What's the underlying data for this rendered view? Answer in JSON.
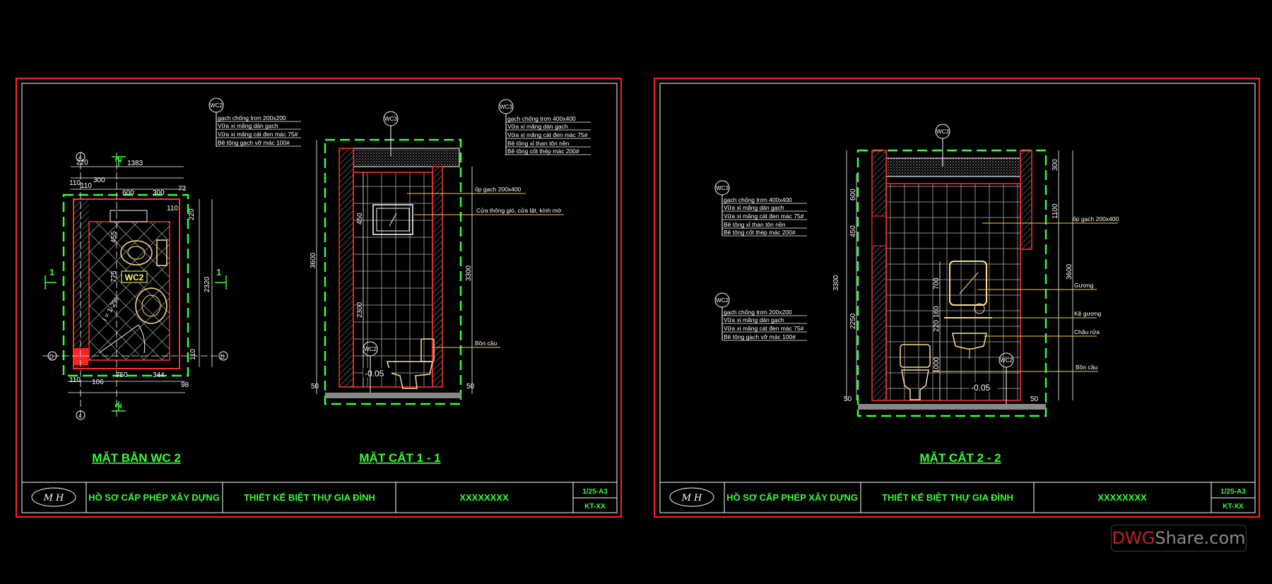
{
  "sheets": [
    {
      "logo": "M H",
      "title_block": {
        "permit": "HỒ SƠ CẤP PHÉP XÂY DỰNG",
        "project": "THIẾT KẾ BIỆT THỰ GIA  ĐÌNH",
        "client": "XXXXXXXX",
        "scale": "1/25-A3",
        "sheet_no": "KT-XX"
      }
    },
    {
      "logo": "M H",
      "title_block": {
        "permit": "HỒ SƠ CẤP PHÉP XÂY DỰNG",
        "project": "THIẾT KẾ BIỆT THỰ GIA  ĐÌNH",
        "client": "XXXXXXXX",
        "scale": "1/25-A3",
        "sheet_no": "KT-XX"
      }
    }
  ],
  "plan": {
    "title": "MẶT BẰN WC 2",
    "room_label": "WC2",
    "dims": [
      "220",
      "110",
      "110",
      "300",
      "600",
      "300",
      "73",
      "1383",
      "110",
      "220",
      "455",
      "775",
      "2320",
      "110",
      "110",
      "106",
      "750",
      "344",
      "98"
    ],
    "axis": [
      "1",
      "1",
      "2",
      "2",
      "4",
      "4",
      "D",
      "D"
    ],
    "slope_label": "i = 1-2%"
  },
  "section11": {
    "title": "MẶT CẮT 1 - 1",
    "level": "-0.05",
    "dims": [
      "3600",
      "3300",
      "2300",
      "450",
      "50",
      "50"
    ],
    "tags": [
      "WC3",
      "WC3",
      "WC2",
      "WC2"
    ],
    "labels": [
      "ốp gạch 200x400",
      "Cửa thông gió, cửa lật, kính mờ",
      "Bồn cầu"
    ]
  },
  "section22": {
    "title": "MẶT CẮT 2 - 2",
    "level": "-0.05",
    "dims": [
      "600",
      "450",
      "3300",
      "2250",
      "300",
      "1100",
      "3600",
      "700",
      "160",
      "220",
      "1000",
      "50",
      "50"
    ],
    "tags": [
      "WC3",
      "WC3",
      "WC2",
      "WC2"
    ],
    "labels": [
      "ốp gạch 200x400",
      "Gương",
      "Kệ gương",
      "Chậu rửa",
      "Bồn cầu"
    ]
  },
  "notes": {
    "wc2_plan": [
      "gạch chống trơn 200x200",
      "Vữa xi măng dán gạch",
      "Vữa xi măng cát đen mác 75#",
      "Bê tông gạch vỡ mác 100#"
    ],
    "wc3_s11": [
      "gạch chống trơn 400x400",
      "Vữa xi măng dán gạch",
      "Vữa xi măng cát đen mác 75#",
      "Bê tông xỉ than tôn nền",
      "Bê tông cốt thép mác 200#"
    ],
    "wc3_s22": [
      "gạch chống trơn 400x400",
      "Vữa xi măng dán gạch",
      "Vữa xi măng cát đen mác 75#",
      "Bê tông xỉ than tôn nền",
      "Bê tông cốt thép mác 200#"
    ],
    "wc2_s22": [
      "gạch chống trơn 200x200",
      "Vữa xi măng dán gạch",
      "Vữa xi măng cát đen mác 75#",
      "Bê tông gạch vỡ mác 100#"
    ]
  },
  "watermark": {
    "red": "DWG",
    "grey": "Share.com"
  },
  "colors": {
    "frame": "#ff2020",
    "green": "#33ff33",
    "wall": "#ff3030",
    "tile": "#b0b0b0",
    "leader": "#ffcc33",
    "fixture": "#ffe08a"
  }
}
